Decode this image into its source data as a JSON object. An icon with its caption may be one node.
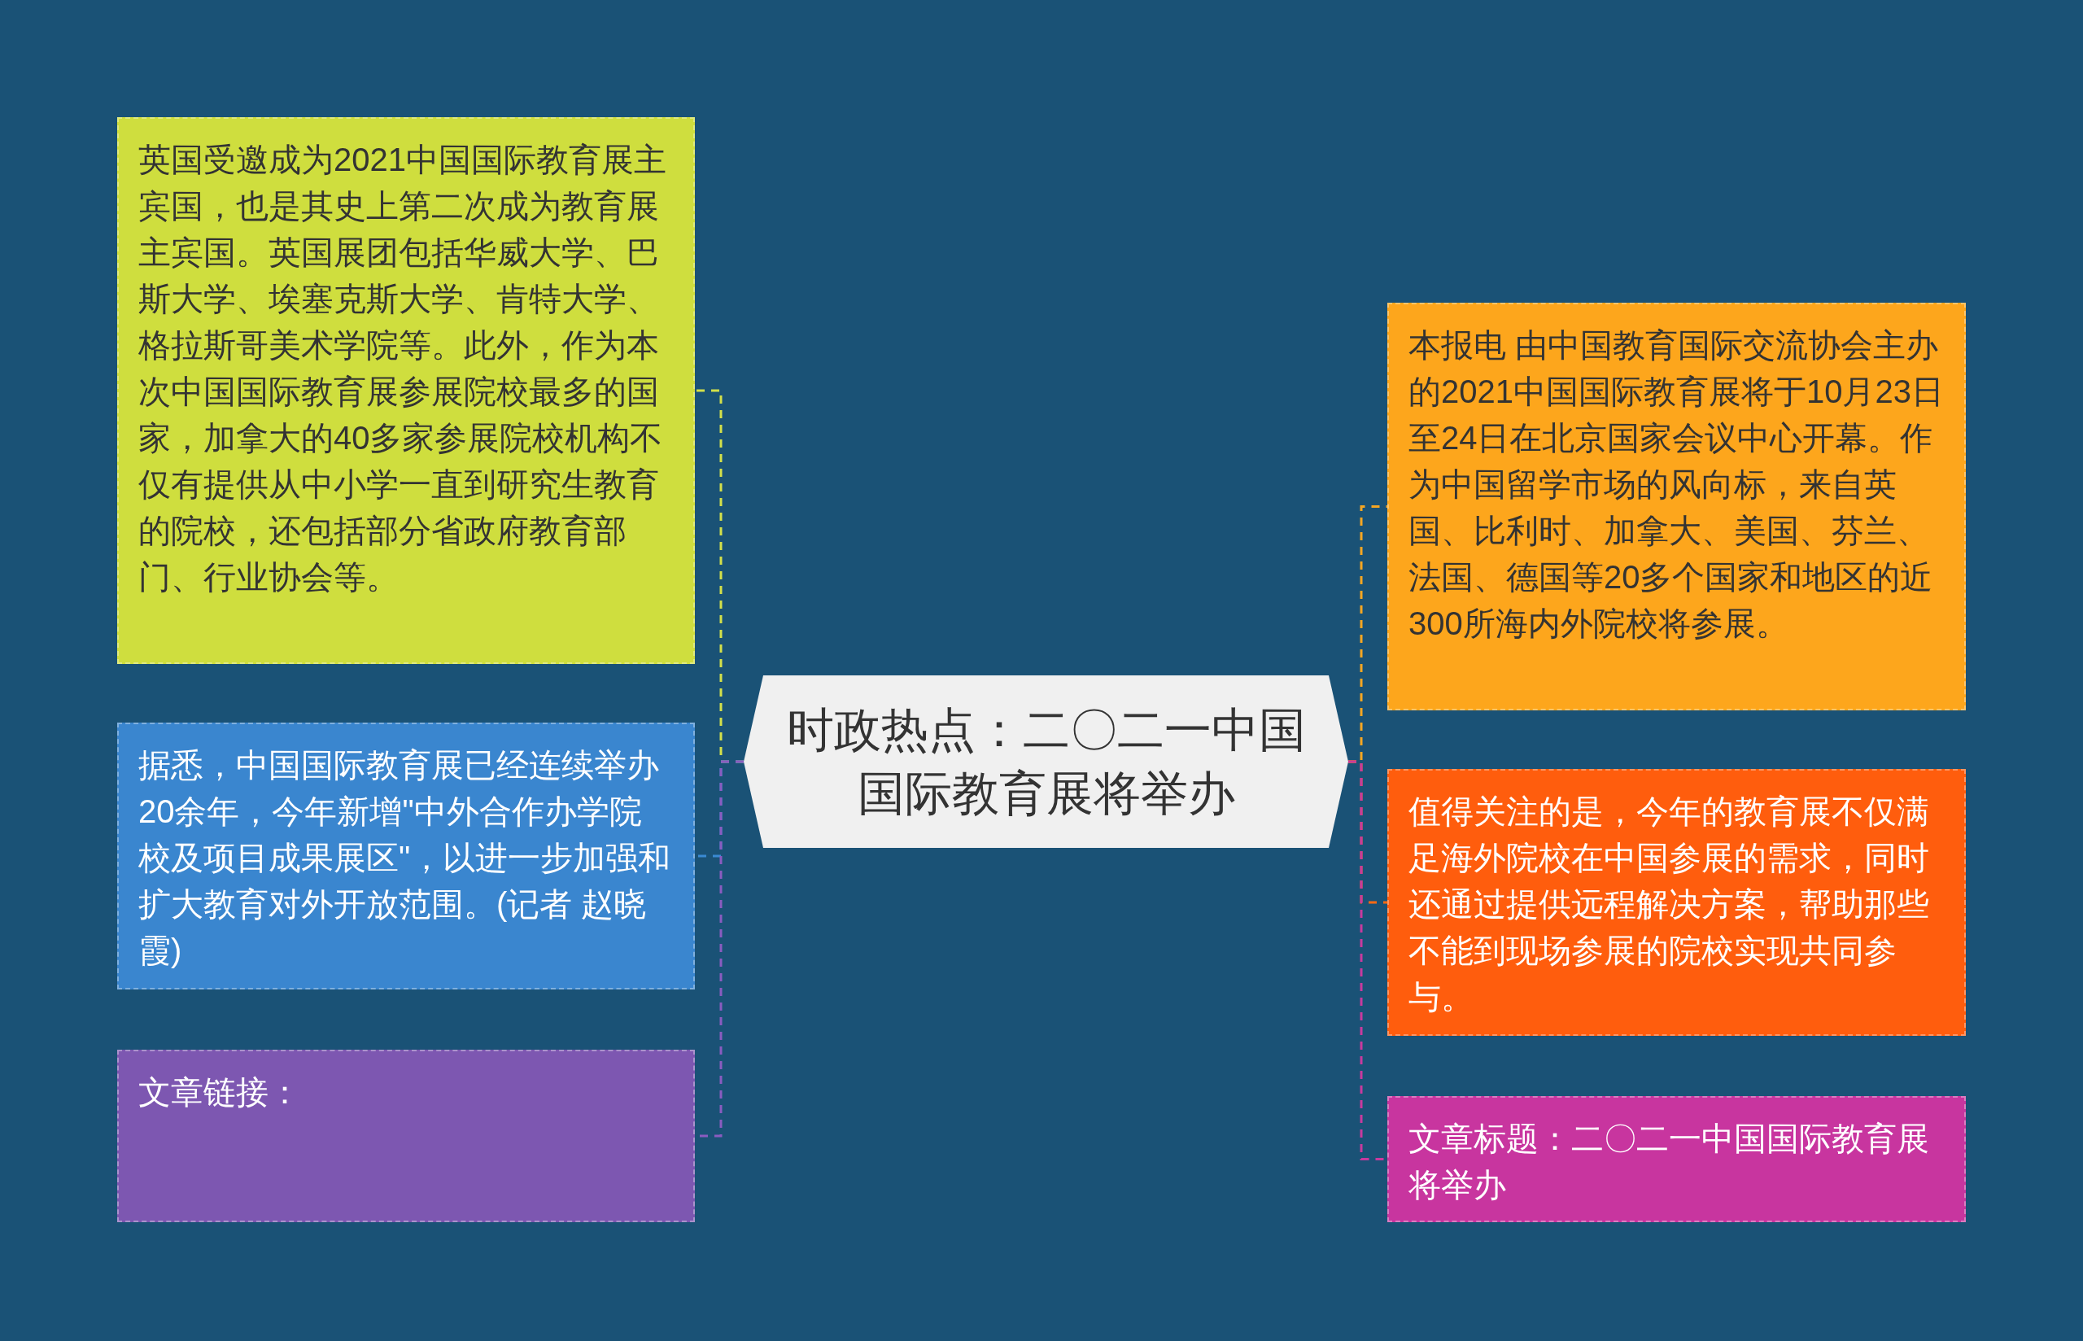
{
  "diagram": {
    "nodes": [
      {
        "text": [
          "时政热点：二〇二一中国国际教育展将举办"
        ]
      },
      {
        "text": [
          "英国受邀成为2021中国国际教育展主宾国，也是其史上第二次成为教育展主宾国。英国展团包括华威大学、巴斯大学、埃塞克斯大学、肯特大学、格拉斯哥美术学院等。此外，作为本次中国国际教育展参展院校最多的国家，加拿大的40多家参展院校机构不仅有提供从中小学一直到研究生教育的院校，还包括部分省政府教育部门、行业协会等。"
        ]
      },
      {
        "text": [
          "据悉，中国国际教育展已经连续举办20余年，今年新增\"中外合作办学院校及项目成果展区\"，以进一步加强和扩大教育对外开放范围。(记者 赵晓霞)"
        ]
      },
      {
        "text": [
          "文章链接："
        ]
      },
      {
        "text": [
          "本报电 由中国教育国际交流协会主办的2021中国国际教育展将于10月23日至24日在北京国家会议中心开幕。作为中国留学市场的风向标，来自英国、比利时、加拿大、美国、芬兰、法国、德国等20多个国家和地区的近300所海内外院校将参展。"
        ]
      },
      {
        "text": [
          "值得关注的是，今年的教育展不仅满足海外院校在中国参展的需求，同时还通过提供远程解决方案，帮助那些不能到现场参展的院校实现共同参与。"
        ]
      },
      {
        "text": [
          "文章标题：二〇二一中国国际教育展将举办"
        ]
      }
    ],
    "edges": [
      {
        "from": 0,
        "to": 1,
        "arrow": "none",
        "style": "dashed",
        "color": "#d3e04a"
      },
      {
        "from": 0,
        "to": 2,
        "arrow": "none",
        "style": "dashed",
        "color": "#3a8ad2"
      },
      {
        "from": 0,
        "to": 3,
        "arrow": "none",
        "style": "dashed",
        "color": "#8a5cc0"
      },
      {
        "from": 0,
        "to": 4,
        "arrow": "none",
        "style": "dashed",
        "color": "#f5a623"
      },
      {
        "from": 0,
        "to": 5,
        "arrow": "none",
        "style": "dashed",
        "color": "#ff6a13"
      },
      {
        "from": 0,
        "to": 6,
        "arrow": "none",
        "style": "dashed",
        "color": "#c83a9e"
      }
    ]
  }
}
